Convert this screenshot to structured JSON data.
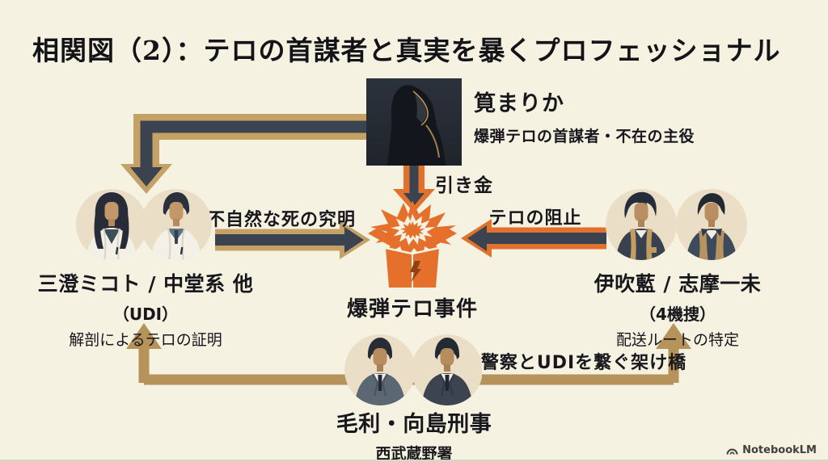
{
  "slide": {
    "title": "相関図（2）：テロの首謀者と真実を暴くプロフェッショナル",
    "watermark": "NotebookLM"
  },
  "nodes": {
    "mastermind": {
      "name": "筧まりか",
      "desc": "爆弾テロの首謀者・不在の主役"
    },
    "incident": {
      "label": "爆弾テロ事件"
    },
    "udi": {
      "names": "三澄ミコト / 中堂系 他",
      "org": "（UDI）",
      "role": "解剖によるテロの証明"
    },
    "kidousou": {
      "names": "伊吹藍 / 志摩一未",
      "org": "（4機捜）",
      "role": "配送ルートの特定"
    },
    "detectives": {
      "names": "毛利・向島刑事",
      "org": "西武蔵野署"
    }
  },
  "edges": {
    "trigger": {
      "label": "引き金"
    },
    "unnatural_death": {
      "label": "不自然な死の究明"
    },
    "terror_prevention": {
      "label": "テロの阻止"
    },
    "bridge": {
      "label": "警察とUDIを繋ぐ架け橋"
    }
  },
  "colors": {
    "background": "#f5f2e2",
    "ink": "#17171c",
    "arrow_dark": "#3a434f",
    "arrow_tan": "#c5a166",
    "arrow_orange": "#e0722e",
    "line_tan": "#b6935a",
    "circle_bg": "#eadfc6"
  }
}
